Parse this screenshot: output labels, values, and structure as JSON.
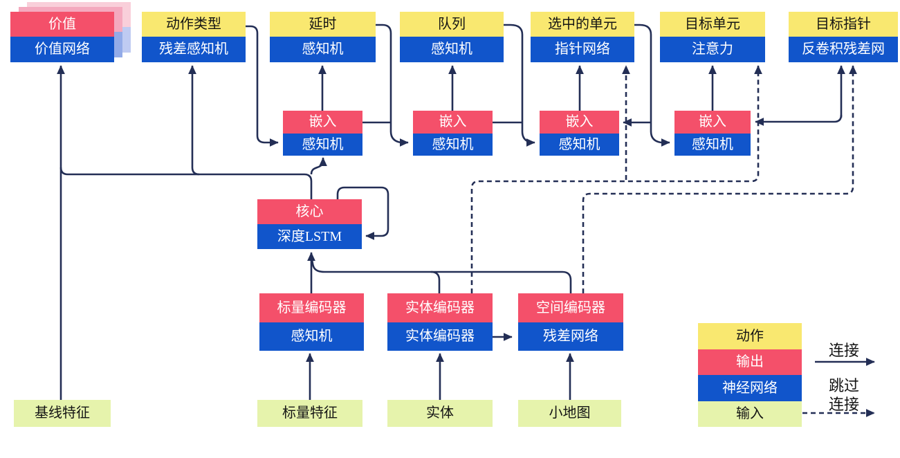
{
  "diagram": {
    "heads": {
      "value": {
        "top": "价值",
        "bottom": "价值网络"
      },
      "action_type": {
        "top": "动作类型",
        "bottom": "残差感知机"
      },
      "delay": {
        "top": "延时",
        "bottom": "感知机"
      },
      "queue": {
        "top": "队列",
        "bottom": "感知机"
      },
      "selected_units": {
        "top": "选中的单元",
        "bottom": "指针网络"
      },
      "target_unit": {
        "top": "目标单元",
        "bottom": "注意力"
      },
      "target_point": {
        "top": "目标指针",
        "bottom": "反卷积残差网"
      }
    },
    "embedding": {
      "top": "嵌入",
      "bottom": "感知机"
    },
    "core": {
      "top": "核心",
      "bottom": "深度LSTM"
    },
    "encoders": {
      "scalar": {
        "top": "标量编码器",
        "bottom": "感知机"
      },
      "entity": {
        "top": "实体编码器",
        "bottom": "实体编码器"
      },
      "spatial": {
        "top": "空间编码器",
        "bottom": "残差网络"
      }
    },
    "inputs": {
      "baseline": "基线特征",
      "scalar": "标量特征",
      "entity": "实体",
      "minimap": "小地图"
    },
    "legend": {
      "action": "动作",
      "output": "输出",
      "nn": "神经网络",
      "input": "输入",
      "solid_label": "连接",
      "skip_label_line1": "跳过",
      "skip_label_line2": "连接"
    },
    "colors": {
      "action_yellow": "#F9E870",
      "output_red": "#F4506A",
      "nn_blue": "#1155CB",
      "input_green": "#E6F3AC",
      "wire_navy": "#232E55",
      "background": "#FFFFFF"
    }
  }
}
